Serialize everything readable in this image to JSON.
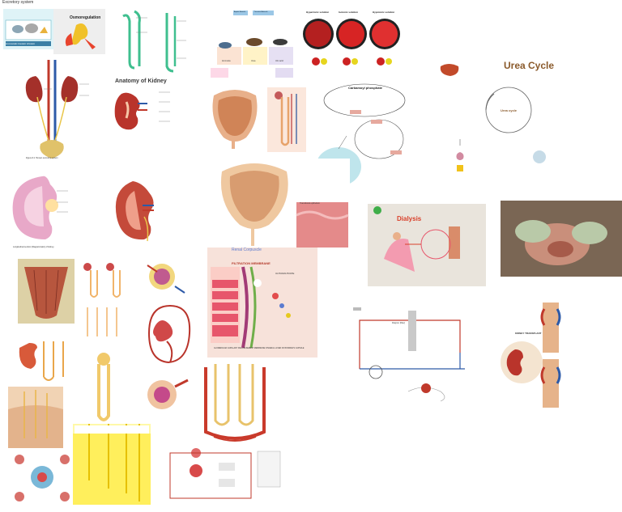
{
  "page": {
    "title": "Excretory system"
  },
  "tiles": {
    "excretion_card": {
      "label": "Ammonotelic Ureotelic Uricotelic"
    },
    "osmoregulation_card": {
      "label": "Osmoregulation"
    },
    "anatomy": {
      "title": "Anatomy of Kidney"
    },
    "nitrogen_chart": {
      "box1": "Aquatic Animals",
      "box2": "Terrestrial Animals",
      "col1": "Ammonia",
      "col2": "Urea",
      "col3": "Uric acid"
    },
    "rbc_solutions": {
      "s1": "Hypertonic solution",
      "s2": "Isotonic solution",
      "s3": "Hypotonic solution"
    },
    "carbamoyl": {
      "title": "Carbamoyl phosphate"
    },
    "urea_cycle": {
      "title": "Urea Cycle",
      "center": "Urea cycle"
    },
    "figure_caption": {
      "text": "Figure 6.1 Human excretory system"
    },
    "bladder_hist": {
      "label": "Transitional epithelium"
    },
    "renal_corpuscle": {
      "title": "Renal Corpuscle"
    },
    "dialysis": {
      "title": "Dialysis"
    },
    "filtration": {
      "header": "FILTRATION MEMBRANE",
      "ultra": "ULTRAFILTRATE",
      "footer": "GLOMERULAR CAPILLARY WALL   BASEMENT MEMBRANE   VISCERAL LAYER OF BOWMAN'S CAPSULE"
    },
    "counter_current": {
      "title": "Counter Current Mechanism"
    },
    "hemodialysis": {
      "label": "Dialyzer (filter)"
    },
    "transplant": {
      "title": "KIDNEY TRANSPLANT"
    },
    "longitudinal": {
      "caption": "Longitudinal section (Diagrammatic) of kidney"
    }
  },
  "colors": {
    "kidney": "#b9342b",
    "urea_title": "#8a5a2b",
    "dialysis": "#d9402b",
    "bile": "#ffe600"
  }
}
